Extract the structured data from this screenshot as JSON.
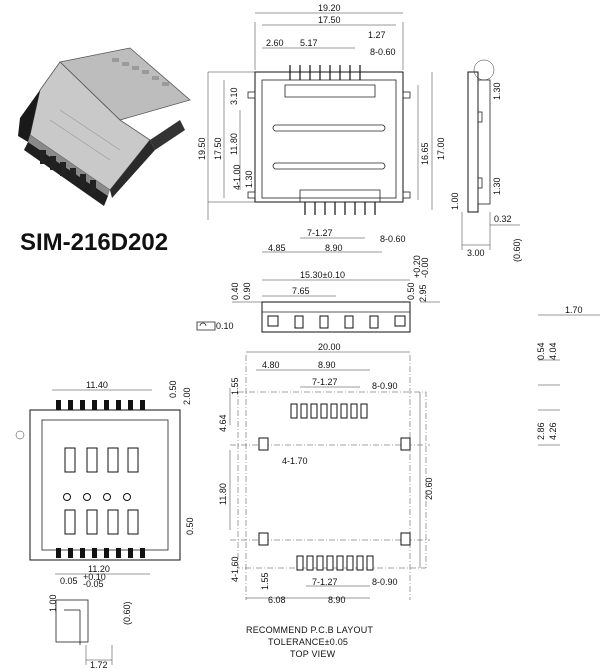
{
  "title": "SIM-216D202",
  "notes": {
    "pcb": "RECOMMEND P.C.B LAYOUT",
    "tol": "TOLERANCE±0.05",
    "view": "TOP VIEW"
  },
  "dims": {
    "top_19_20": "19.20",
    "top_17_50": "17.50",
    "top_2_60": "2.60",
    "top_5_17": "5.17",
    "top_1_27": "1.27",
    "top_8_060": "8-0.60",
    "left_19_50": "19.50",
    "left_17_50": "17.50",
    "left_11_80": "11.80",
    "left_3_10": "3.10",
    "left_4_100": "4-1.00",
    "left_1_30": "1.30",
    "right_16_65": "16.65",
    "right_17_00": "17.00",
    "bot_4_85": "4.85",
    "bot_8_90": "8.90",
    "bot_7_127": "7-1.27",
    "bot_8_060": "8-0.60",
    "side_1_30": "1.30",
    "side_1_00": "1.00",
    "side_0_32": "0.32",
    "side_3_00": "3.00",
    "side_0_60": "(0.60)",
    "front_15_30": "15.30±0.10",
    "front_7_65": "7.65",
    "front_0_40": "0.40",
    "front_0_90": "0.90",
    "front_0_50": "0.50",
    "front_2_95": "2.95",
    "front_tol_up": "+0.20",
    "front_tol_dn": "-0.00",
    "flat_0_10": "0.10",
    "r_1_70": "1.70",
    "r_0_54": "0.54",
    "r_4_04": "4.04",
    "r_2_86": "2.86",
    "r_4_26": "4.26",
    "pcb_20_00": "20.00",
    "pcb_4_80": "4.80",
    "pcb_8_90": "8.90",
    "pcb_7_127": "7-1.27",
    "pcb_8_090": "8-0.90",
    "pcb_1_55": "1.55",
    "pcb_4_64": "4.64",
    "pcb_4_170": "4-1.70",
    "pcb_11_80": "11.80",
    "pcb_20_60": "20.60",
    "pcb_4_160": "4-1.60",
    "pcb_b_1_55": "1.55",
    "pcb_6_08": "6.08",
    "pcb_b_8_90": "8.90",
    "pcb_b_7_127": "7-1.27",
    "pcb_b_8_090": "8-0.90",
    "bv_11_40": "11.40",
    "bv_0_50": "0.50",
    "bv_2_00": "2.00",
    "bv_0_50b": "0.50",
    "bv_11_20": "11.20",
    "bv_005": "0.05",
    "bv_tol_up": "+0.10",
    "bv_tol_dn": "-0.05",
    "d_1_00": "1.00",
    "d_0_60": "(0.60)",
    "d_1_72": "1.72"
  }
}
